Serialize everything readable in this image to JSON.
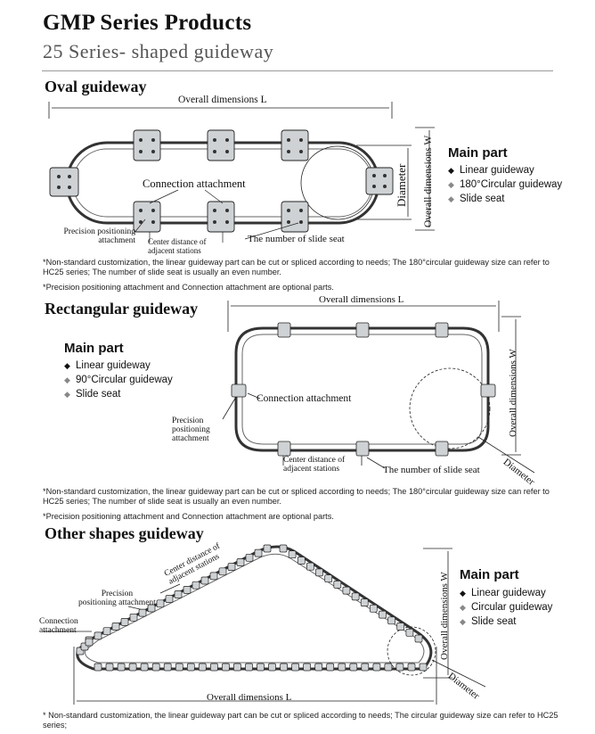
{
  "header": {
    "title": "GMP Series Products",
    "subtitle": "25 Series- shaped guideway"
  },
  "oval": {
    "heading": "Oval guideway",
    "dim_L": "Overall dimensions L",
    "dim_W": "Overall dimensions W",
    "diameter": "Diameter",
    "connection": "Connection attachment",
    "precision": [
      "Precision positioning",
      "attachment"
    ],
    "center_distance": [
      "Center distance of",
      "adjacent stations"
    ],
    "slide_count": "The number of slide seat",
    "main_part": {
      "title": "Main part",
      "items": [
        {
          "label": "Linear guideway",
          "bullet": "◆",
          "tone": "black"
        },
        {
          "label": "180°Circular guideway",
          "bullet": "◆",
          "tone": "grey"
        },
        {
          "label": "Slide seat",
          "bullet": "◆",
          "tone": "grey"
        }
      ]
    },
    "notes": [
      "*Non-standard customization, the linear guideway part can be cut or spliced according to needs; The 180°circular guideway size can refer to HC25 series; The number of slide seat is usually an even number.",
      "*Precision positioning attachment and Connection attachment are optional parts."
    ]
  },
  "rect": {
    "heading": "Rectangular guideway",
    "dim_L": "Overall dimensions L",
    "dim_W": "Overall dimensions W",
    "diameter": "Diameter",
    "connection": "Connection attachment",
    "precision": [
      "Precision",
      "positioning",
      "attachment"
    ],
    "center_distance": [
      "Center distance of",
      "adjacent stations"
    ],
    "slide_count": "The number of slide seat",
    "main_part": {
      "title": "Main part",
      "items": [
        {
          "label": "Linear guideway",
          "bullet": "◆",
          "tone": "black"
        },
        {
          "label": "90°Circular guideway",
          "bullet": "◆",
          "tone": "grey"
        },
        {
          "label": "Slide seat",
          "bullet": "◆",
          "tone": "grey"
        }
      ]
    },
    "notes": [
      "*Non-standard customization, the linear guideway part can be cut or spliced according to needs; The 180°circular guideway size can refer to HC25 series; The number of slide seat is usually an even number.",
      "*Precision positioning attachment and Connection attachment are optional parts."
    ]
  },
  "other": {
    "heading": "Other shapes guideway",
    "dim_L": "Overall dimensions L",
    "dim_W": "Overall dimensions W",
    "diameter": "Diameter",
    "connection": [
      "Connection",
      "attachment"
    ],
    "precision": [
      "Precision",
      "positioning attachment"
    ],
    "center_distance": [
      "Center distance of",
      "adjacent stations"
    ],
    "main_part": {
      "title": "Main part",
      "items": [
        {
          "label": "Linear guideway",
          "bullet": "◆",
          "tone": "black"
        },
        {
          "label": "Circular guideway",
          "bullet": "◆",
          "tone": "grey"
        },
        {
          "label": "Slide seat",
          "bullet": "◆",
          "tone": "grey"
        }
      ]
    },
    "notes": [
      "* Non-standard customization, the linear guideway part can be cut or spliced according to needs; The circular guideway size can refer to HC25 series;"
    ]
  }
}
